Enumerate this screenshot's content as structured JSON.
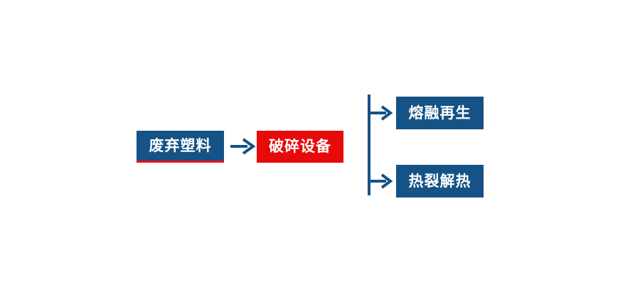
{
  "diagram": {
    "type": "process-flow",
    "background_color": "#ffffff",
    "colors": {
      "primary_blue": "#155285",
      "accent_red": "#e60a0a",
      "underline_red": "#e8121a",
      "connector_blue": "#155285",
      "node_text": "#ffffff"
    },
    "nodes": [
      {
        "id": "input",
        "label": "废弃塑料",
        "fill": "#155285",
        "text_color": "#ffffff",
        "has_red_underline": true,
        "stage": 1
      },
      {
        "id": "process",
        "label": "破碎设备",
        "fill": "#e60a0a",
        "text_color": "#ffffff",
        "has_red_underline": false,
        "stage": 2
      },
      {
        "id": "output-1",
        "label": "熔融再生",
        "fill": "#155285",
        "text_color": "#ffffff",
        "has_red_underline": false,
        "stage": 3
      },
      {
        "id": "output-2",
        "label": "热裂解热",
        "fill": "#155285",
        "text_color": "#ffffff",
        "has_red_underline": false,
        "stage": 3
      }
    ],
    "connectors": [
      {
        "id": "arrow-main",
        "icon": "arrow-right-icon",
        "from": "input",
        "to": "process",
        "color": "#155285"
      },
      {
        "id": "branch-connector",
        "icon": "branch-split-icon",
        "from": "process",
        "to": [
          "output-1",
          "output-2"
        ],
        "color": "#155285"
      }
    ]
  }
}
